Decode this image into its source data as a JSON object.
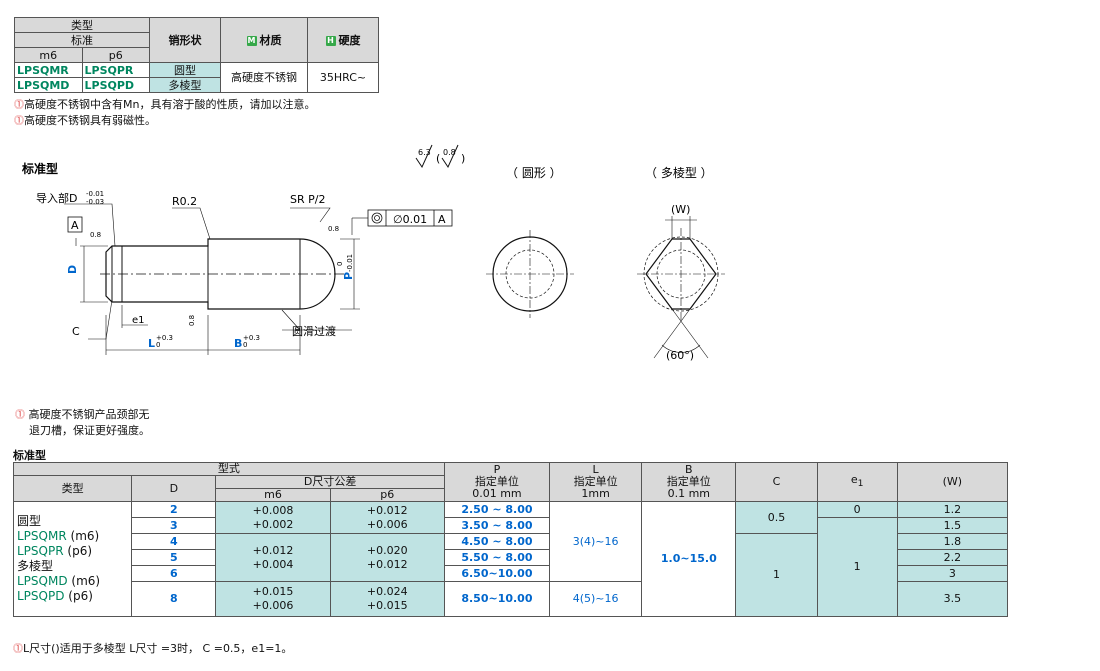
{
  "spec_table": {
    "type_label": "类型",
    "standard_label": "标准",
    "m6_label": "m6",
    "p6_label": "p6",
    "pin_shape_label": "销形状",
    "material_badge": "M",
    "material_label": "材质",
    "hardness_badge": "H",
    "hardness_label": "硬度",
    "rows": [
      {
        "m6": "LPSQMR",
        "p6": "LPSQPR",
        "shape": "圆型"
      },
      {
        "m6": "LPSQMD",
        "p6": "LPSQPD",
        "shape": "多棱型"
      }
    ],
    "material": "高硬度不锈钢",
    "hardness": "35HRC~"
  },
  "notes_top": [
    "高硬度不锈钢中含有Mn，具有溶于酸的性质，请加以注意。",
    "高硬度不锈钢具有弱磁性。"
  ],
  "drawing": {
    "standard_title": "标准型",
    "round_title": "（ 圆形 ）",
    "poly_title": "（ 多棱型 ）",
    "roughness_a": "6.3",
    "roughness_b": "0.8",
    "guide_label": "导入部D",
    "guide_tol_up": "-0.01",
    "guide_tol_low": "-0.03",
    "r_label": "R0.2",
    "sr_label": "SR P/2",
    "datum": "A",
    "concentricity_value": "∅0.01",
    "rough_08": "0.8",
    "d_label": "D",
    "p_label": "P",
    "p_tol_up": "0",
    "p_tol_low": "-0.01",
    "c_label": "C",
    "e1_label": "e1",
    "l_label": "L",
    "l_tol_up": "+0.3",
    "l_tol_low": "0",
    "b_label": "B",
    "b_tol_up": "+0.3",
    "b_tol_low": "0",
    "fillet_label": "圆滑过渡",
    "w_label": "(W)",
    "angle_label": "(60°)"
  },
  "notes_mid": [
    "高硬度不锈钢产品颈部无",
    "退刀槽，保证更好强度。"
  ],
  "section_title": "标准型",
  "main_table": {
    "model_header": "型式",
    "type_header": "类型",
    "d_header": "D",
    "tol_header": "D尺寸公差",
    "m6_header": "m6",
    "p6_header": "p6",
    "p_header": [
      "P",
      "指定单位",
      "0.01 mm"
    ],
    "l_header": [
      "L",
      "指定单位",
      "1mm"
    ],
    "b_header": [
      "B",
      "指定单位",
      "0.1 mm"
    ],
    "c_header": "C",
    "e1_header": "e",
    "e1_sub": "1",
    "w_header": "(W)",
    "types": [
      {
        "text": "圆型",
        "color": "#111111"
      },
      {
        "text": "LPSQMR",
        "suffix": "(m6)",
        "color": "#00865f"
      },
      {
        "text": "LPSQPR",
        "suffix": "(p6)",
        "color": "#00865f"
      },
      {
        "text": "多棱型",
        "color": "#111111"
      },
      {
        "text": "LPSQMD",
        "suffix": "(m6)",
        "color": "#00865f"
      },
      {
        "text": "LPSQPD",
        "suffix": "(p6)",
        "color": "#00865f"
      }
    ],
    "d_values": [
      "2",
      "3",
      "4",
      "5",
      "6",
      "8"
    ],
    "tol_groups": [
      {
        "m6": [
          "+0.008",
          "+0.002"
        ],
        "p6": [
          "+0.012",
          "+0.006"
        ]
      },
      {
        "m6": [
          "+0.012",
          "+0.004"
        ],
        "p6": [
          "+0.020",
          "+0.012"
        ]
      },
      {
        "m6": [
          "+0.015",
          "+0.006"
        ],
        "p6": [
          "+0.024",
          "+0.015"
        ]
      }
    ],
    "p_values": [
      "2.50 ~ 8.00",
      "3.50 ~ 8.00",
      "4.50 ~ 8.00",
      "5.50 ~ 8.00",
      "6.50~10.00",
      "8.50~10.00"
    ],
    "l_values": [
      "3(4)~16",
      "4(5)~16"
    ],
    "b_value": "1.0~15.0",
    "c_values": [
      "0.5",
      "1"
    ],
    "e1_values": [
      "0",
      "1"
    ],
    "w_values": [
      "1.2",
      "1.5",
      "1.8",
      "2.2",
      "3",
      "3.5"
    ]
  },
  "footer_note": "L尺寸()适用于多棱型 L尺寸 =3时， C =0.5，e1=1。",
  "colors": {
    "teal": "#bfe3e3",
    "green": "#00865f",
    "blue": "#0066cc",
    "header": "#d9d9d9"
  }
}
